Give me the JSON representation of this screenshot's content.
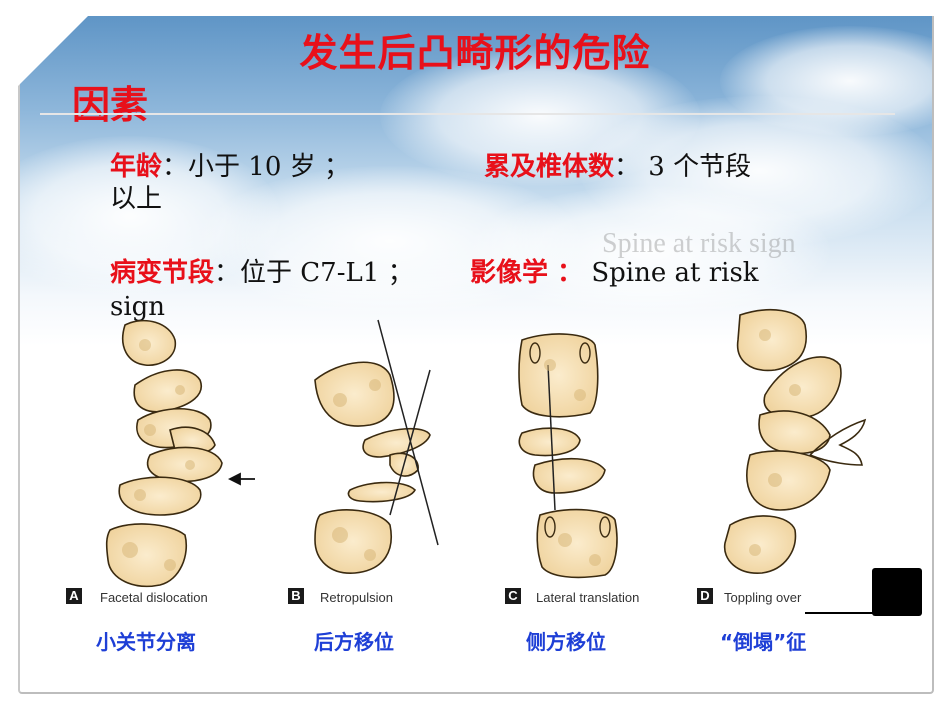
{
  "title": {
    "line1": "发生后凸畸形的危险",
    "line2": "因素"
  },
  "factors": {
    "row1": {
      "label_a": "年龄",
      "text_a": "：小于   10  岁  ；",
      "label_b": "累及椎体数",
      "text_b": "：  3  个节段",
      "wrap": "以上"
    },
    "row2": {
      "label_a": "病变节段",
      "text_a": "：位于 C7-L1  ；",
      "label_b": "影像学 ：",
      "text_b": "   Spine at risk",
      "wrap": "sign"
    }
  },
  "figure": {
    "watermark": "Spine at risk  sign",
    "panels": [
      {
        "letter": "A",
        "caption": "Facetal dislocation",
        "cn": "小关节分离"
      },
      {
        "letter": "B",
        "caption": "Retropulsion",
        "cn": "后方移位"
      },
      {
        "letter": "C",
        "caption": "Lateral translation",
        "cn": "侧方移位"
      },
      {
        "letter": "D",
        "caption": "Toppling over",
        "cn": "“倒塌”征"
      }
    ]
  },
  "colors": {
    "title_red": "#e8101a",
    "caption_blue": "#1e3fd6",
    "bone_fill": "#f3dcae",
    "bone_spot": "#d9b87a"
  }
}
